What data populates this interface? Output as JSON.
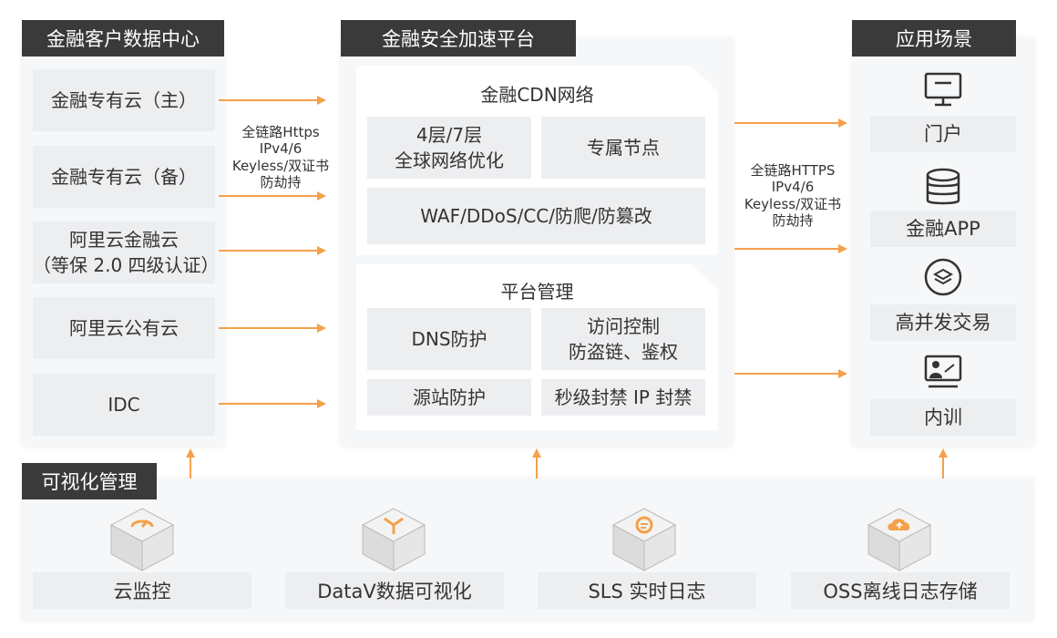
{
  "left": {
    "header": "金融客户数据中心",
    "items": [
      "金融专有云（主）",
      "金融专有云（备）",
      "阿里云金融云\n（等保 2.0 四级认证）",
      "阿里云公有云",
      "IDC"
    ]
  },
  "left_notes": [
    "全链路Https",
    "IPv4/6",
    "Keyless/双证书",
    "防劫持"
  ],
  "center": {
    "header": "金融安全加速平台",
    "cdn": {
      "title": "金融CDN网络",
      "cells": [
        "4层/7层\n全球网络优化",
        "专属节点",
        "WAF/DDoS/CC/防爬/防篡改"
      ]
    },
    "platform": {
      "title": "平台管理",
      "cells": [
        "DNS防护",
        "访问控制\n防盗链、鉴权",
        "源站防护",
        "秒级封禁 IP 封禁"
      ]
    }
  },
  "right_notes": [
    "全链路HTTPS",
    "IPv4/6",
    "Keyless/双证书",
    "防劫持"
  ],
  "right": {
    "header": "应用场景",
    "items": [
      {
        "label": "门户",
        "icon": "monitor-icon"
      },
      {
        "label": "金融APP",
        "icon": "database-icon"
      },
      {
        "label": "高并发交易",
        "icon": "layers-icon"
      },
      {
        "label": "内训",
        "icon": "presentation-icon"
      }
    ]
  },
  "bottom": {
    "header": "可视化管理",
    "items": [
      {
        "label": "云监控",
        "icon": "gauge-icon"
      },
      {
        "label": "DataV数据可视化",
        "icon": "datav-icon"
      },
      {
        "label": "SLS 实时日志",
        "icon": "log-icon"
      },
      {
        "label": "OSS离线日志存储",
        "icon": "cloud-upload-icon"
      }
    ]
  },
  "colors": {
    "accent": "#f5a04a",
    "dark": "#3a3a3a",
    "cell": "#edeef0",
    "panel": "#f6f7f9"
  }
}
